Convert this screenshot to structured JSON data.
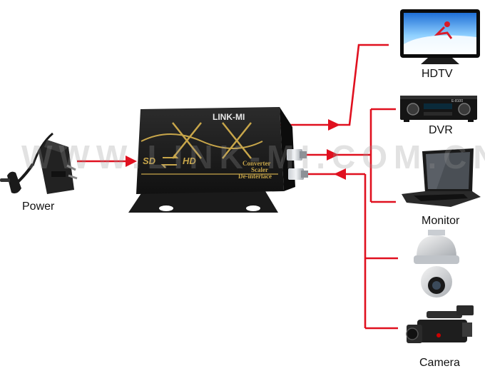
{
  "labels": {
    "power": "Power",
    "hdtv": "HDTV",
    "dvr": "DVR",
    "monitor": "Monitor",
    "camera": "Camera"
  },
  "device": {
    "brand": "LINK-MI",
    "badge_sd": "SD",
    "badge_hd": "HD",
    "features": [
      "Converter",
      "Scaler",
      "De-interlace"
    ]
  },
  "watermark": "WWW.LINK-MI.COM.CN",
  "dvr_panel_text": "E-8100",
  "colors": {
    "connector": "#e0101f",
    "device_body": "#1d1d1d",
    "device_accent": "#c8a64a",
    "label": "#111111"
  },
  "icons": [
    "power-adapter-icon",
    "tv-icon",
    "dvr-icon",
    "laptop-icon",
    "ptz-camera-icon",
    "camcorder-icon",
    "arrow-right-icon",
    "arrow-left-icon"
  ]
}
